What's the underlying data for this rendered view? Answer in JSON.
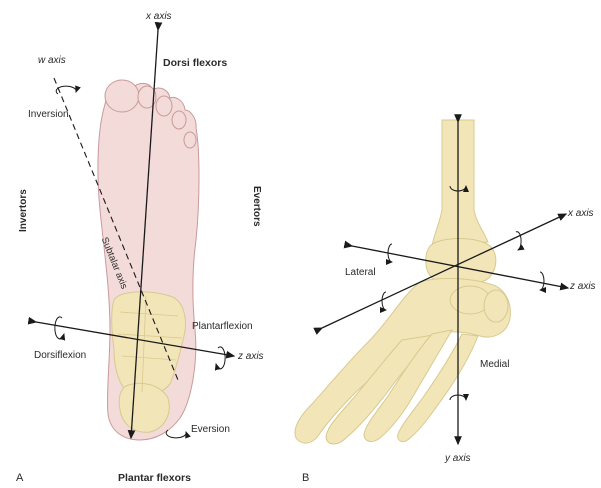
{
  "panel_a": {
    "letter": "A",
    "x_axis": "x axis",
    "w_axis": "w axis",
    "z_axis": "z axis",
    "subtalar_axis": "Subtalar axis",
    "dorsi_flexors": "Dorsi flexors",
    "plantar_flexors": "Plantar flexors",
    "invertors": "Invertors",
    "evertors": "Evertors",
    "inversion": "Inversion",
    "eversion": "Eversion",
    "dorsiflexion": "Dorsiflexion",
    "plantarflexion": "Plantarflexion"
  },
  "panel_b": {
    "letter": "B",
    "x_axis": "x axis",
    "y_axis": "y axis",
    "z_axis": "z axis",
    "lateral": "Lateral",
    "medial": "Medial"
  },
  "colors": {
    "skin": "#f3dbd9",
    "bone": "#f2e6b8",
    "bone_outline": "#d9c98e",
    "axis": "#1a1a1a"
  }
}
